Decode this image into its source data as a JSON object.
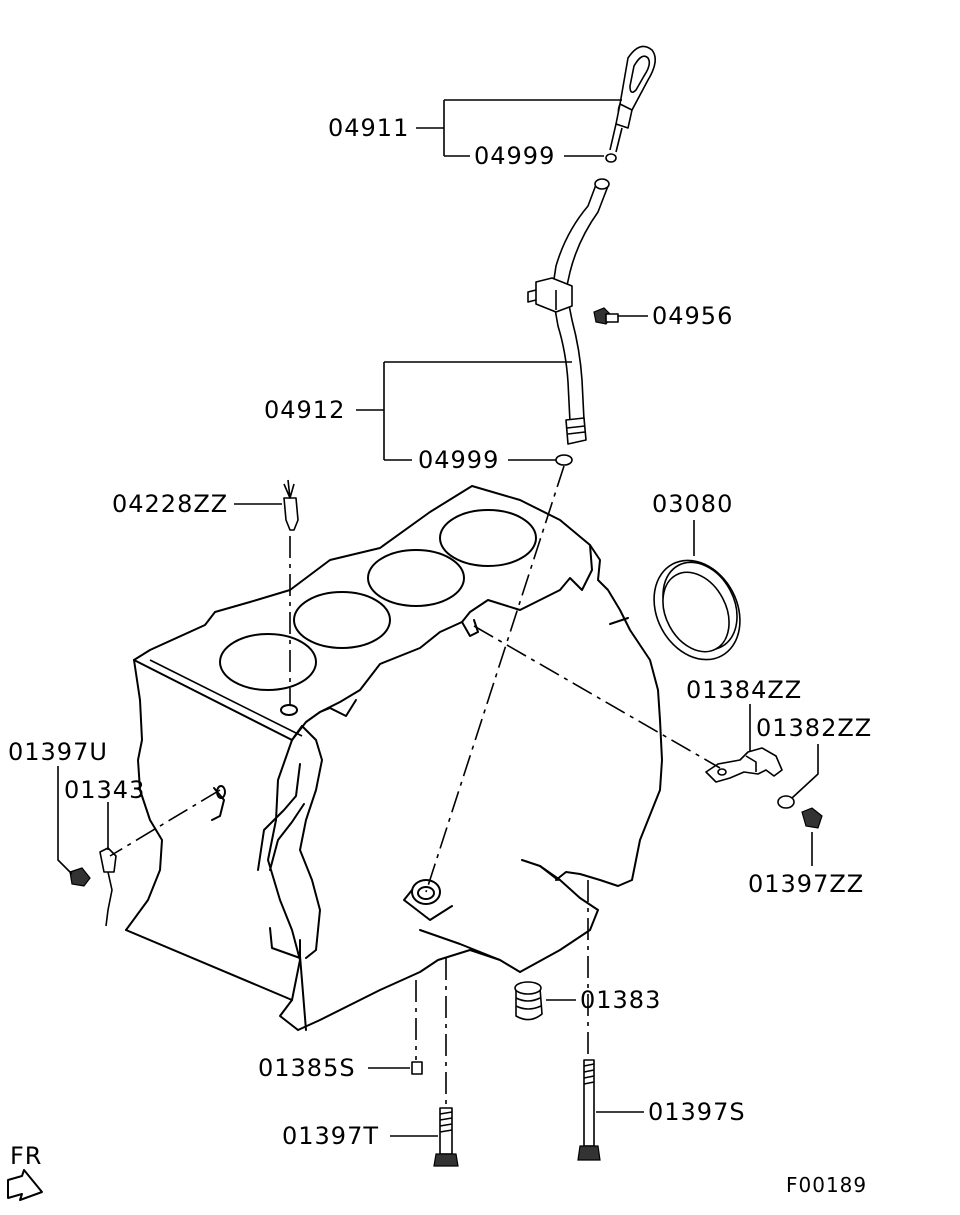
{
  "labels": {
    "p04911": "04911",
    "p04999_top": "04999",
    "p04956": "04956",
    "p04912": "04912",
    "p04999_bot": "04999",
    "p04228ZZ": "04228ZZ",
    "p03080": "03080",
    "p01384ZZ": "01384ZZ",
    "p01382ZZ": "01382ZZ",
    "p01397ZZ": "01397ZZ",
    "p01397U": "01397U",
    "p01343": "01343",
    "p01383": "01383",
    "p01385S": "01385S",
    "p01397S": "01397S",
    "p01397T": "01397T"
  },
  "direction_label": "FR",
  "figure_code": "F00189"
}
